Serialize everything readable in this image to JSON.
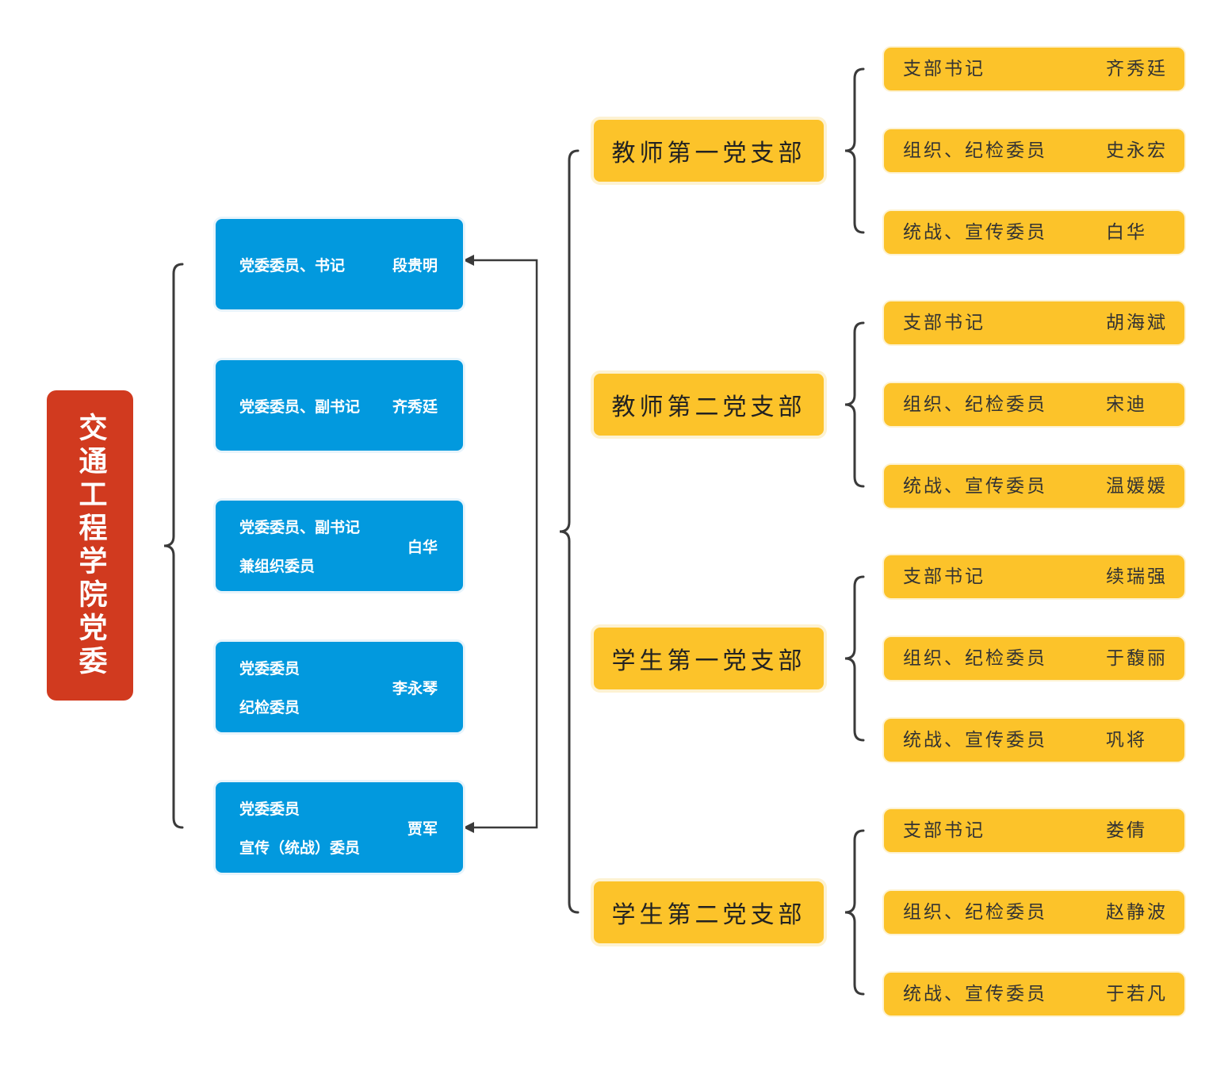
{
  "root": {
    "title": "交通工程学院党委"
  },
  "committee": [
    {
      "role_lines": [
        "党委委员、书记"
      ],
      "name": "段贵明"
    },
    {
      "role_lines": [
        "党委委员、副书记"
      ],
      "name": "齐秀廷"
    },
    {
      "role_lines": [
        "党委委员、副书记",
        "兼组织委员"
      ],
      "name": "白华"
    },
    {
      "role_lines": [
        "党委委员",
        "纪检委员"
      ],
      "name": "李永琴"
    },
    {
      "role_lines": [
        "党委委员",
        "宣传（统战）委员"
      ],
      "name": "贾军"
    }
  ],
  "branches": [
    {
      "title": "教师第一党支部",
      "members": [
        {
          "role": "支部书记",
          "name": "齐秀廷"
        },
        {
          "role": "组织、纪检委员",
          "name": "史永宏"
        },
        {
          "role": "统战、宣传委员",
          "name": "白华"
        }
      ]
    },
    {
      "title": "教师第二党支部",
      "members": [
        {
          "role": "支部书记",
          "name": "胡海斌"
        },
        {
          "role": "组织、纪检委员",
          "name": "宋迪"
        },
        {
          "role": "统战、宣传委员",
          "name": "温媛媛"
        }
      ]
    },
    {
      "title": "学生第一党支部",
      "members": [
        {
          "role": "支部书记",
          "name": "续瑞强"
        },
        {
          "role": "组织、纪检委员",
          "name": "于馥丽"
        },
        {
          "role": "统战、宣传委员",
          "name": "巩将"
        }
      ]
    },
    {
      "title": "学生第二党支部",
      "members": [
        {
          "role": "支部书记",
          "name": "娄倩"
        },
        {
          "role": "组织、纪检委员",
          "name": "赵静波"
        },
        {
          "role": "统战、宣传委员",
          "name": "于若凡"
        }
      ]
    }
  ],
  "colors": {
    "root": "#d13a1f",
    "committee": "#0299de",
    "branch": "#fcc32a",
    "connector": "#3a3a3a"
  }
}
